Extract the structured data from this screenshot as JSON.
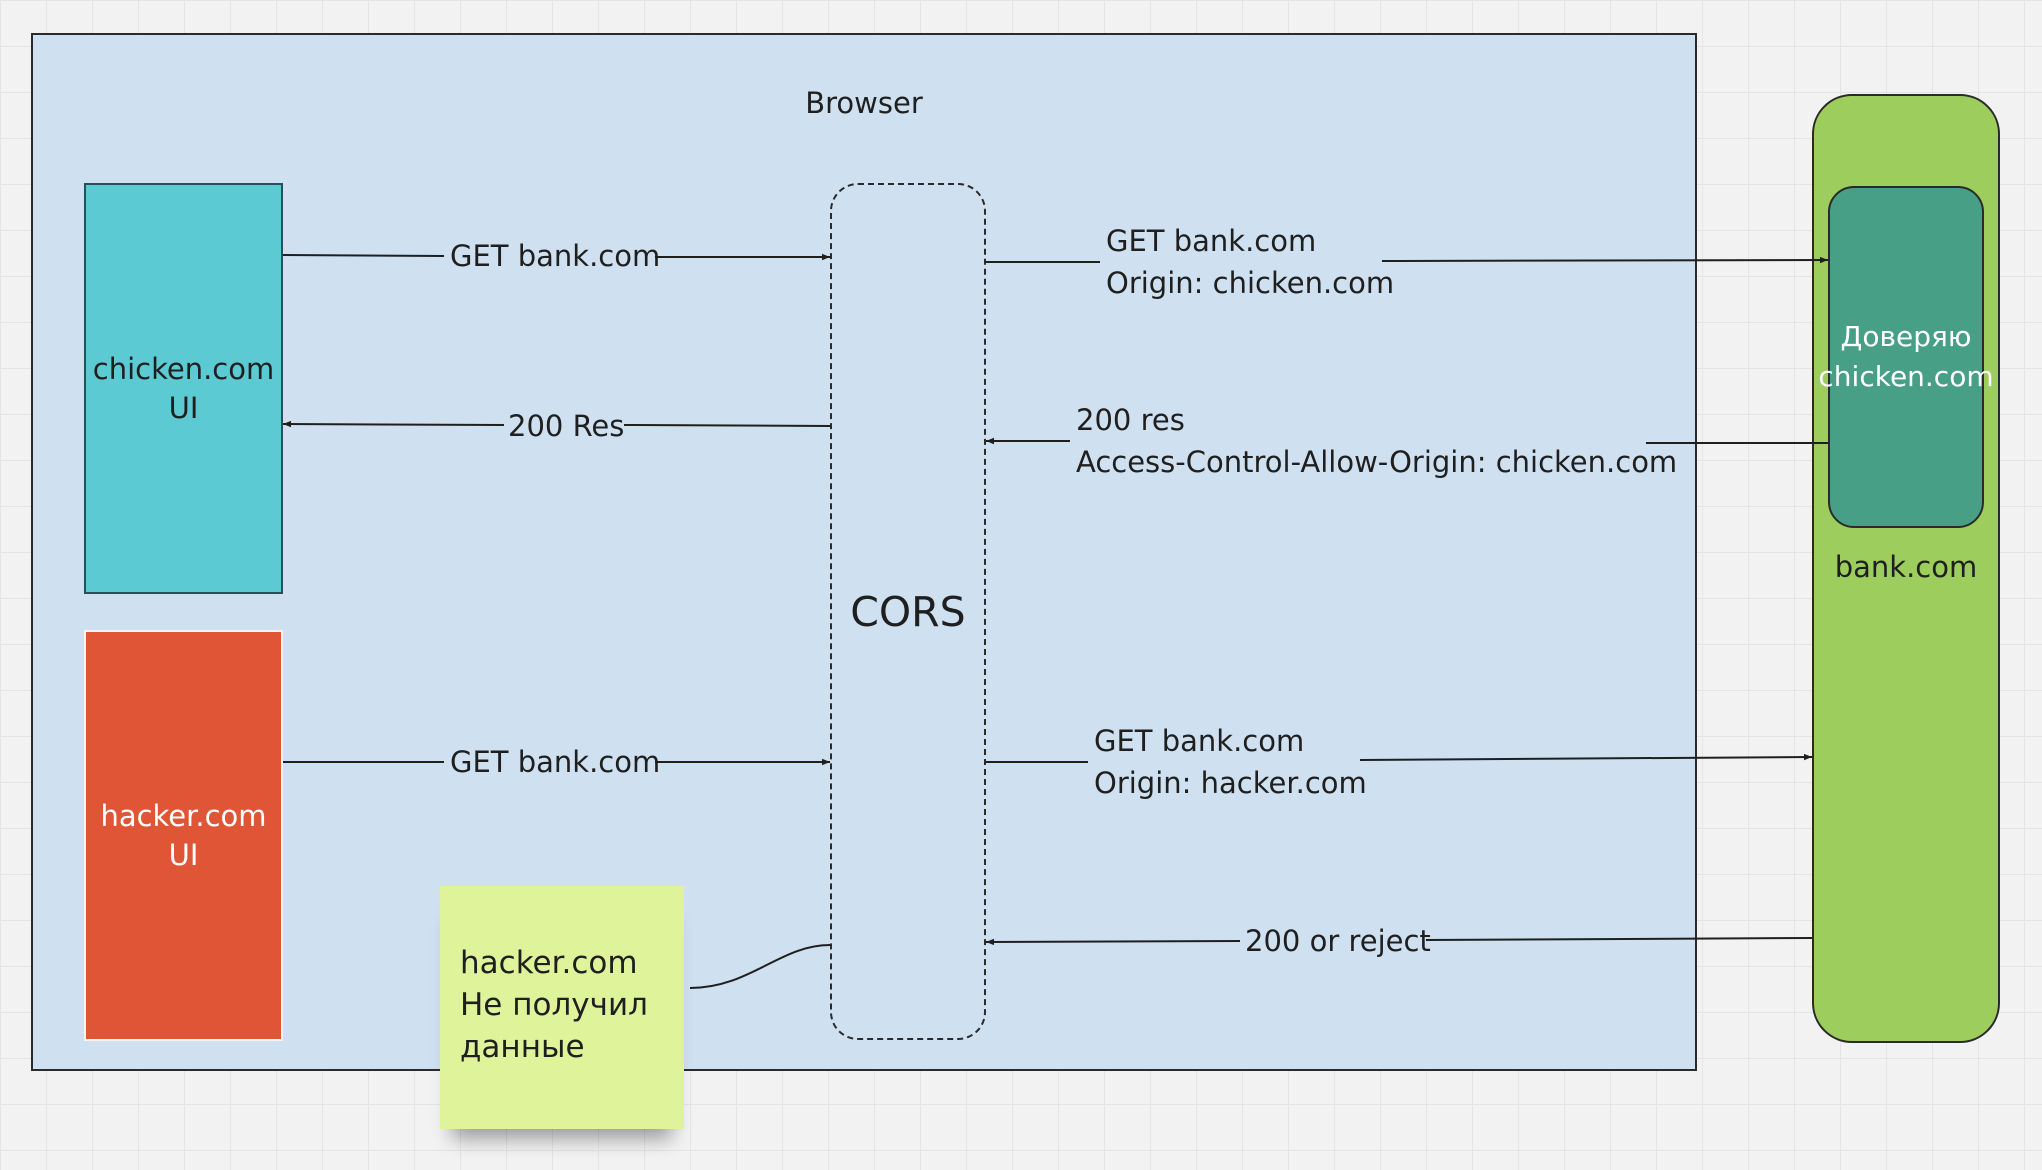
{
  "browser": {
    "label": "Browser"
  },
  "nodes": {
    "chicken_ui": {
      "line1": "chicken.com",
      "line2": "UI"
    },
    "hacker_ui": {
      "line1": "hacker.com",
      "line2": "UI"
    },
    "cors": {
      "label": "CORS"
    },
    "bank": {
      "label": "bank.com"
    },
    "trust": {
      "label": "Доверяю chicken.com"
    }
  },
  "edges": {
    "chicken_get": "GET bank.com",
    "chicken_res": "200 Res",
    "hacker_get": "GET bank.com",
    "cors_to_bank_chicken": {
      "line1": "GET bank.com",
      "line2": "Origin: chicken.com"
    },
    "bank_res_chicken": {
      "line1": "200 res",
      "line2": "Access-Control-Allow-Origin: chicken.com"
    },
    "cors_to_bank_hacker": {
      "line1": "GET bank.com",
      "line2": "Origin: hacker.com"
    },
    "bank_res_hacker": "200 or reject"
  },
  "sticky_note": {
    "line1": "hacker.com",
    "line2": "Не получил",
    "line3": "данные"
  }
}
